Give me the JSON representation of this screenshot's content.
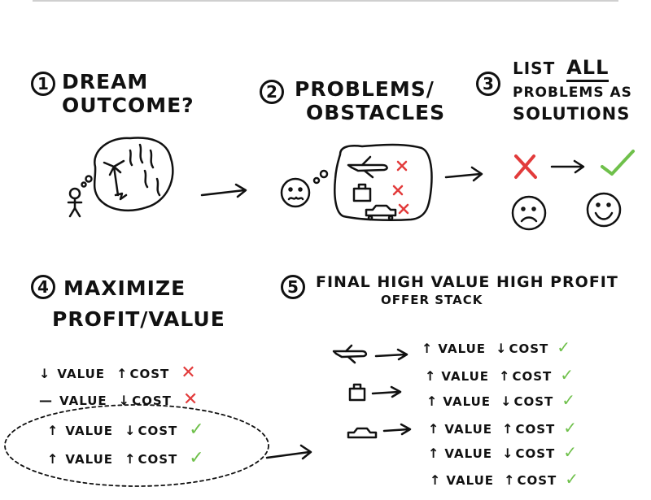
{
  "steps": [
    {
      "number": "1",
      "lines": [
        "Dream",
        "Outcome?"
      ]
    },
    {
      "number": "2",
      "lines": [
        "Problems/",
        "Obstacles"
      ]
    },
    {
      "number": "3",
      "lines": [
        "List",
        "All",
        "Problems as",
        "Solutions"
      ]
    },
    {
      "number": "4",
      "lines": [
        "Maximize",
        "Profit/Value"
      ]
    },
    {
      "number": "5",
      "lines": [
        "Final High Value High Profit",
        "Offer Stack"
      ]
    }
  ],
  "left_rows": [
    {
      "arrow": "↓",
      "value_label": "Value",
      "cost_arrow": "↑",
      "cost_label": "Cost",
      "mark": "✕",
      "mark_color": "#e23b3b"
    },
    {
      "arrow": "—",
      "value_label": "Value",
      "cost_arrow": "↓",
      "cost_label": "Cost",
      "mark": "✕",
      "mark_color": "#e23b3b"
    },
    {
      "arrow": "↑",
      "value_label": "Value",
      "cost_arrow": "↓",
      "cost_label": "Cost",
      "mark": "✓",
      "mark_color": "#6fc04b"
    },
    {
      "arrow": "↑",
      "value_label": "Value",
      "cost_arrow": "↑",
      "cost_label": "Cost",
      "mark": "✓",
      "mark_color": "#6fc04b"
    }
  ],
  "stack_rows": [
    {
      "arrow": "↑",
      "value_label": "Value",
      "cost_arrow": "↓",
      "cost_label": "Cost",
      "mark": "✓"
    },
    {
      "arrow": "↑",
      "value_label": "Value",
      "cost_arrow": "↑",
      "cost_label": "Cost",
      "mark": "✓"
    },
    {
      "arrow": "↑",
      "value_label": "Value",
      "cost_arrow": "↓",
      "cost_label": "Cost",
      "mark": "✓"
    },
    {
      "arrow": "↑",
      "value_label": "Value",
      "cost_arrow": "↑",
      "cost_label": "Cost",
      "mark": "✓"
    },
    {
      "arrow": "↑",
      "value_label": "Value",
      "cost_arrow": "↓",
      "cost_label": "Cost",
      "mark": "✓"
    },
    {
      "arrow": "↑",
      "value_label": "Value",
      "cost_arrow": "↑",
      "cost_label": "Cost",
      "mark": "✓"
    }
  ],
  "colors": {
    "ink": "#111111",
    "red": "#e23b3b",
    "green": "#6fc04b"
  },
  "icons": [
    "stick-figure-icon",
    "thought-bubble-icon",
    "island-icon",
    "worried-face-icon",
    "airplane-icon",
    "suitcase-icon",
    "car-icon",
    "sad-face-icon",
    "happy-face-icon",
    "arrow-icon",
    "check-icon",
    "x-icon"
  ]
}
